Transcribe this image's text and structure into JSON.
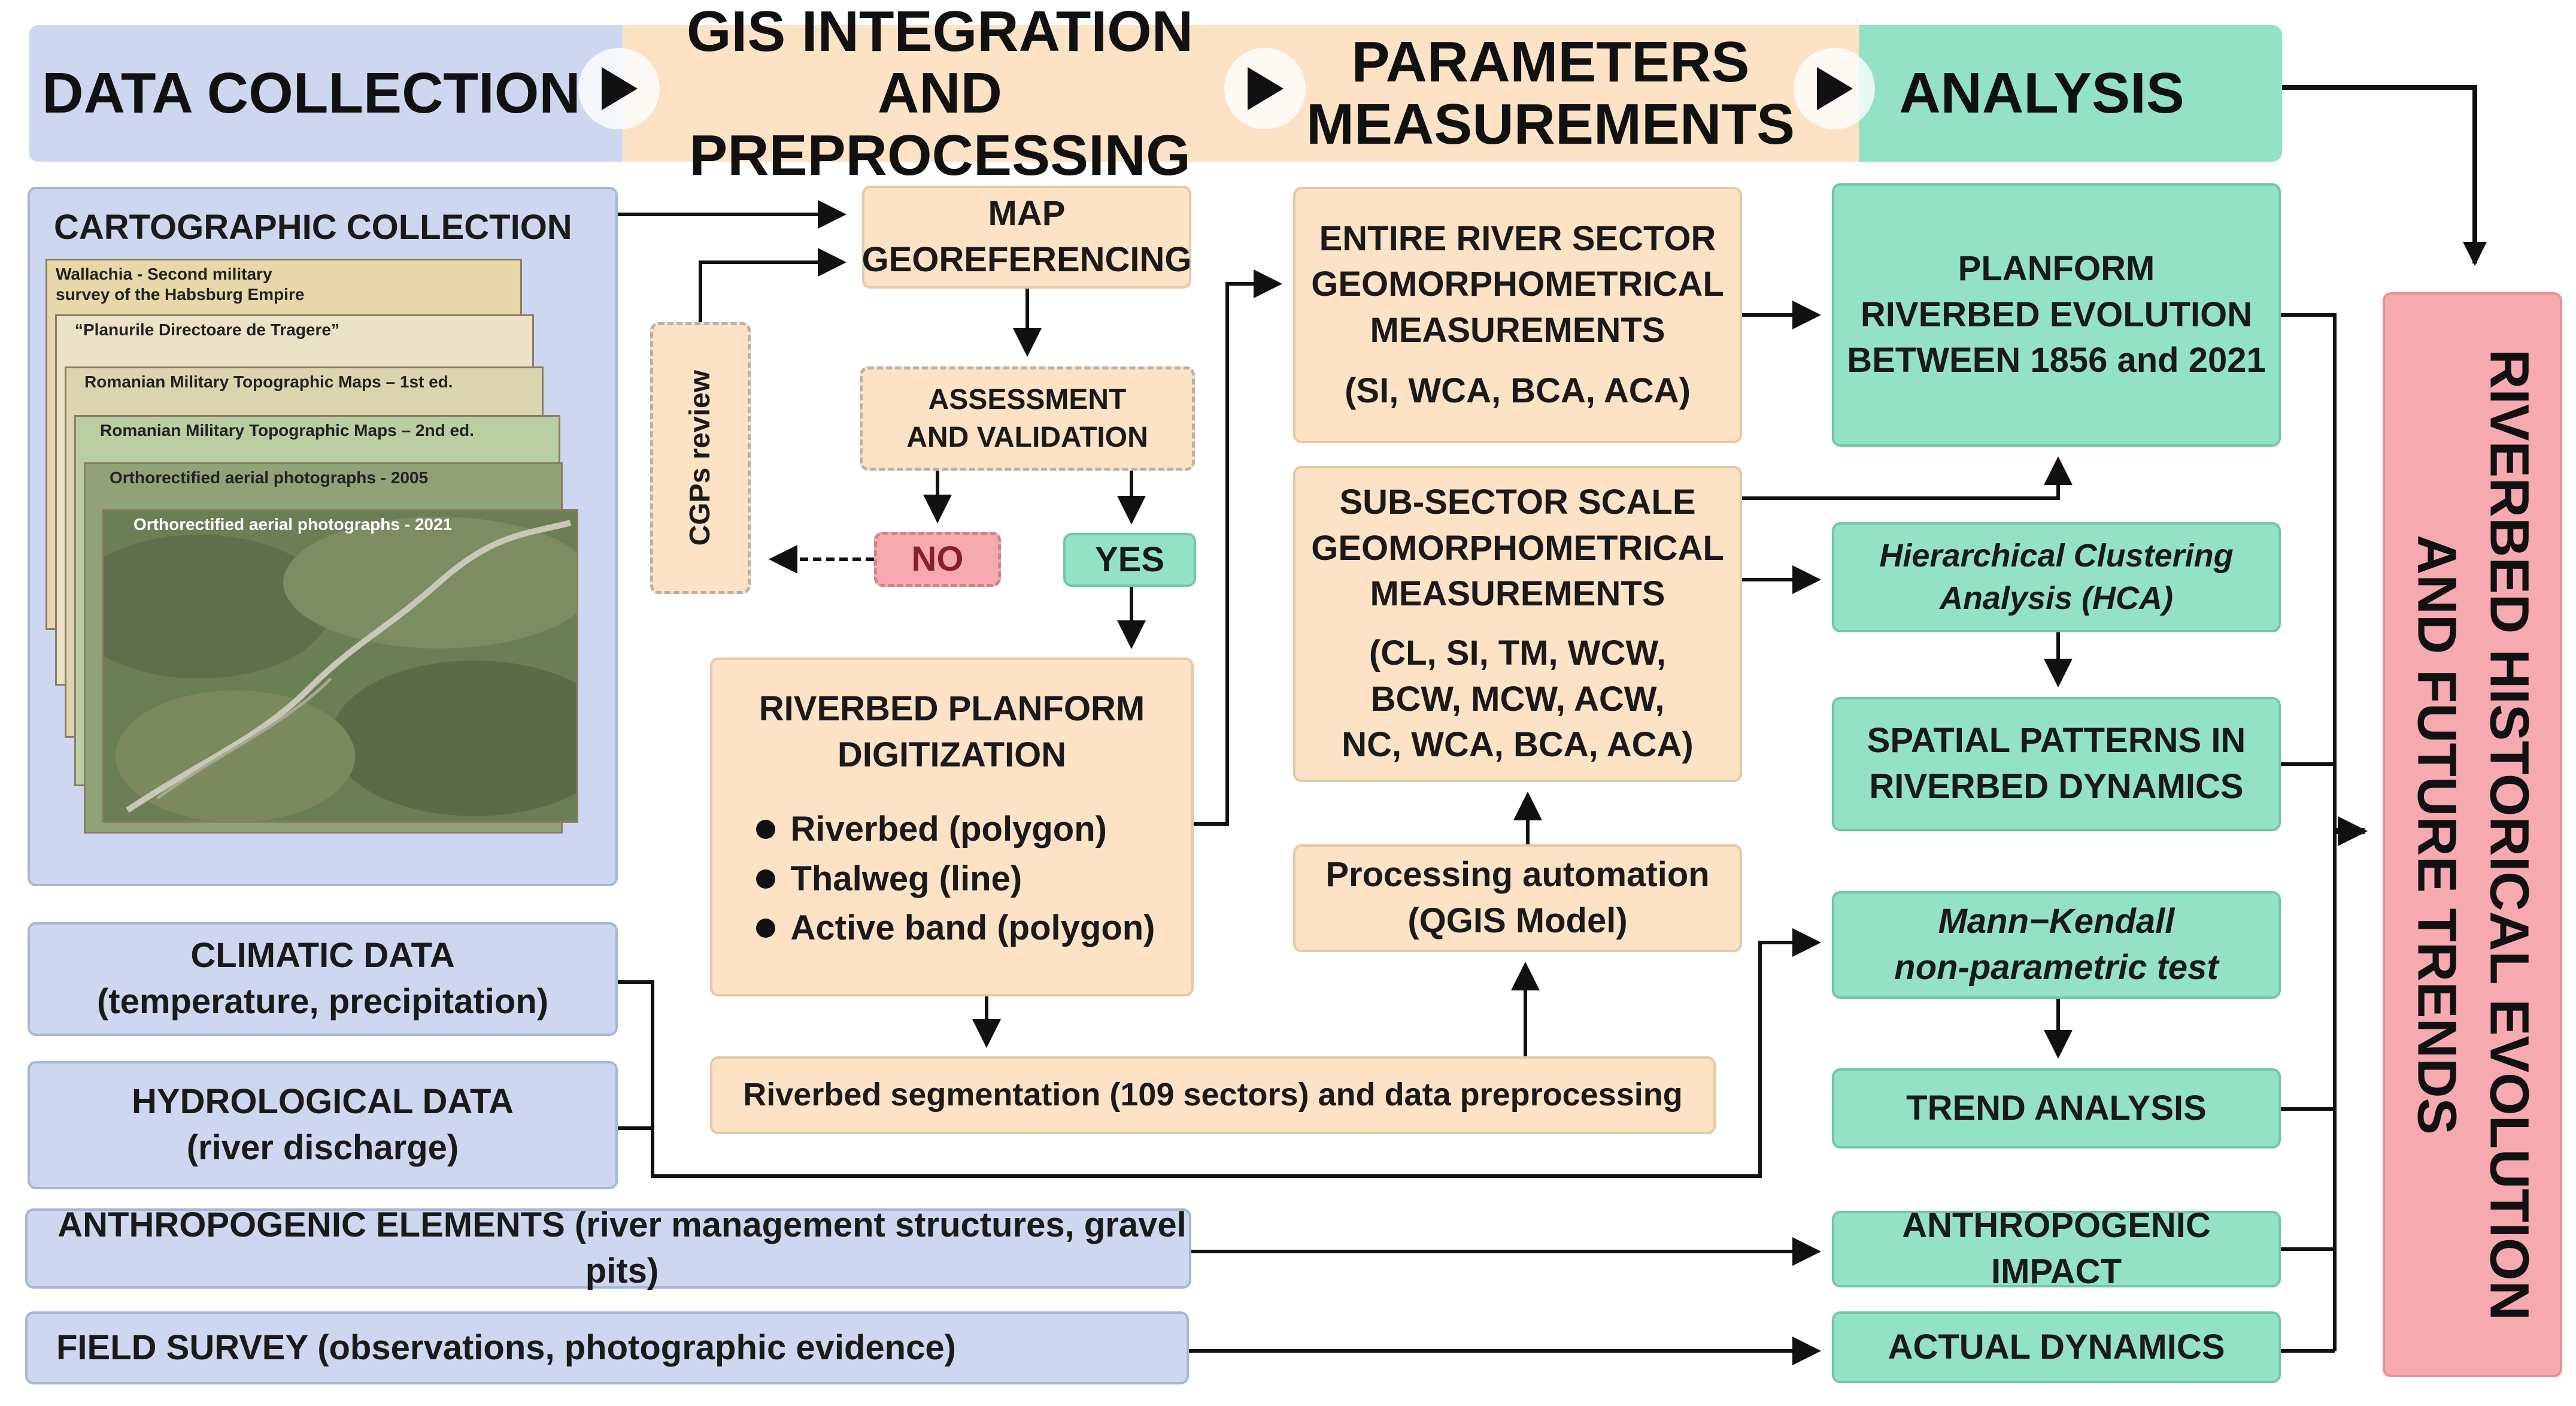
{
  "headers": {
    "data_collection": "DATA COLLECTION",
    "gis_integration": "GIS INTEGRATION\nAND PREPROCESSING",
    "parameters": "PARAMETERS\nMEASUREMENTS",
    "analysis": "ANALYSIS"
  },
  "data_collection": {
    "cartographic_title": "CARTOGRAPHIC COLLECTION",
    "maps": [
      "Wallachia - Second military\nsurvey of the Habsburg Empire",
      "“Planurile Directoare de Tragere”",
      "Romanian Military Topographic Maps – 1st ed.",
      "Romanian Military Topographic Maps – 2nd ed.",
      "Orthorectified aerial photographs - 2005",
      "Orthorectified aerial photographs - 2021"
    ],
    "climatic": "CLIMATIC DATA\n(temperature, precipitation)",
    "hydrological": "HYDROLOGICAL DATA\n(river discharge)",
    "anthropogenic": "ANTHROPOGENIC ELEMENTS (river management structures, gravel pits)",
    "field_survey": "FIELD SURVEY (observations, photographic evidence)"
  },
  "gis": {
    "map_georeferencing": "MAP\nGEOREFERENCING",
    "assessment": "ASSESSMENT\nAND VALIDATION",
    "no": "NO",
    "yes": "YES",
    "cgps_review": "CGPs review",
    "digitization_title": "RIVERBED PLANFORM\nDIGITIZATION",
    "digitization_items": [
      "Riverbed (polygon)",
      "Thalweg (line)",
      "Active band (polygon)"
    ],
    "segmentation": "Riverbed  segmentation (109 sectors) and data preprocessing"
  },
  "parameters": {
    "entire_sector_title": "ENTIRE RIVER SECTOR\nGEOMORPHOMETRICAL\nMEASUREMENTS",
    "entire_sector_params": "(SI, WCA, BCA, ACA)",
    "sub_sector_title": "SUB-SECTOR SCALE\nGEOMORPHOMETRICAL\nMEASUREMENTS",
    "sub_sector_params": "(CL, SI, TM, WCW,\nBCW, MCW, ACW,\nNC, WCA, BCA, ACA)",
    "automation": "Processing automation\n(QGIS Model)"
  },
  "analysis": {
    "planform": "PLANFORM\nRIVERBED EVOLUTION\nBETWEEN 1856 and 2021",
    "hca": "Hierarchical Clustering\nAnalysis (HCA)",
    "spatial_patterns": "SPATIAL PATTERNS IN\nRIVERBED DYNAMICS",
    "mann_kendall": "Mann−Kendall\nnon-parametric test",
    "trend": "TREND ANALYSIS",
    "anthropogenic_impact": "ANTHROPOGENIC IMPACT",
    "actual_dynamics": "ACTUAL DYNAMICS"
  },
  "final": {
    "title": "RIVERBED HISTORICAL EVOLUTION\nAND FUTURE TRENDS"
  },
  "colors": {
    "blue": "#cdd8f0",
    "peach": "#fde2c6",
    "green": "#94e2c6",
    "red": "#f7a9b0"
  }
}
